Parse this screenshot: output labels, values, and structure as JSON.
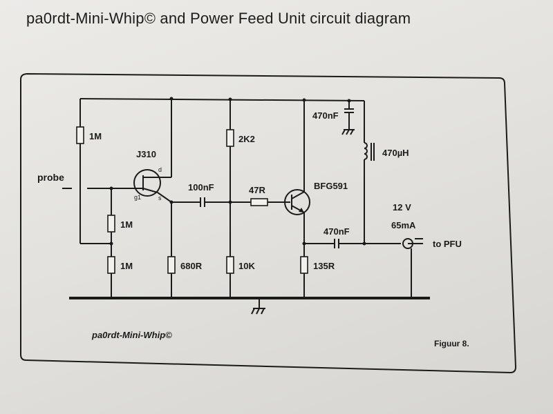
{
  "title": "pa0rdt-Mini-Whip© and Power Feed Unit circuit diagram",
  "labels": {
    "probe": "probe",
    "r1": "1M",
    "r2": "1M",
    "r3": "1M",
    "fet": "J310",
    "fet_d": "d",
    "fet_s": "s",
    "fet_g": "g1",
    "c1": "100nF",
    "r_680": "680R",
    "r_2k2": "2K2",
    "r_10k": "10K",
    "r_47": "47R",
    "transistor": "BFG591",
    "c_top": "470nF",
    "inductor": "470µH",
    "r_135": "135R",
    "c_out": "470nF",
    "supply_v": "12 V",
    "supply_i": "65mA",
    "output": "to PFU"
  },
  "footer": {
    "name": "pa0rdt-Mini-Whip©",
    "figure": "Figuur 8."
  }
}
